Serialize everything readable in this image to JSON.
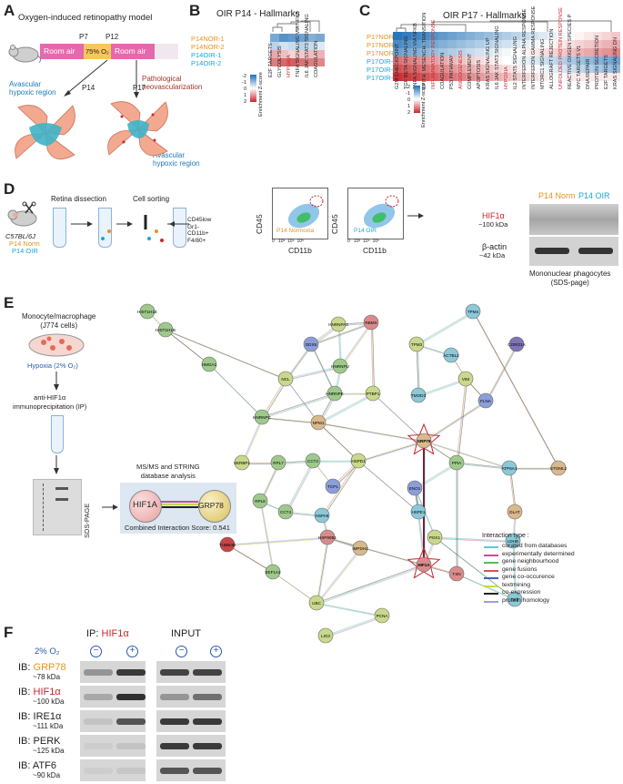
{
  "panels": {
    "a": "A",
    "b": "B",
    "c": "C",
    "d": "D",
    "e": "E",
    "f": "F"
  },
  "a": {
    "title": "Oxygen-induced retinopathy model",
    "p7": "P7",
    "p12": "P12",
    "room_air_1": "Room air",
    "oxygen": "75% O₂",
    "room_air_2": "Room air",
    "p14": "P14",
    "p17": "P17",
    "avascular_1": "Avascular\nhypoxic region",
    "patho": "Pathological\nneovascularization",
    "avascular_2": "Avascular\nhypoxic region"
  },
  "b": {
    "title": "OIR P14 - Hallmarks",
    "rows": [
      "P14NOR-1",
      "P14NOR-2",
      "P14OIR-1",
      "P14OIR-2"
    ],
    "cols": [
      "E2F TARGETS",
      "GLYCOLYSIS",
      "HYPOXIA",
      "TNFA SIGNALING VIA NFKB",
      "IL6 JAK STAT3 SIGNALING",
      "COAGULATION"
    ],
    "legend_title": "Enrichment Z-score",
    "legend_ticks": [
      "-2",
      "-1",
      "0",
      "1",
      "2"
    ]
  },
  "c": {
    "title": "OIR P17 - Hallmarks",
    "rows": [
      "P17NOR-1",
      "P17NOR-2",
      "P17NOR-3",
      "P17OIR-1",
      "P17OIR-2",
      "P17OIR-3"
    ],
    "cols": [
      "G2M CHECKPOINT",
      "TGF BETA SIGNALING",
      "TNFA SIGNALING VIA NFKB",
      "EPITH. MESENCH. TRANSITION",
      "INFLAMMATORY RESPONSE",
      "COAGULATION",
      "P53 PATHWAY",
      "ANGIOGENESIS",
      "COMPLEMENT",
      "APOPTOSIS",
      "KRAS SIGNALING UP",
      "IL6 JAK STAT3 SIGNALING",
      "HYPOXIA",
      "IL2 STAT5 SIGNALING",
      "INTERFERON ALPHA RESPONSE",
      "INTERFERON GAMMA RESPONSE",
      "MTORC1 SIGNALING",
      "ALLOGRAFT REJECTION",
      "UNFOLDED PROTEIN RESPONSE",
      "REACTIVE OXIGEN SPECIES P",
      "MYC TARGETS V1",
      "DNA REPAIR",
      "PROTEIN SECRETION",
      "E2F TARGETS",
      "KRAS SIGNALING DN"
    ],
    "legend_title": "Enrichment Z-score",
    "legend_ticks": [
      "-2",
      "-1",
      "0",
      "1",
      "2"
    ]
  },
  "d": {
    "retina_dissection": "Retina dissection",
    "cell_sorting": "Cell sorting",
    "strain": "C57BL/6J",
    "p14norm": "P14 Norm",
    "p14oir": "P14 OIR",
    "markers": "CD45low\nGr1-\nCD11b+\nF4/80+",
    "flow1_label": "P14 Normoxia",
    "flow2_label": "P14 OIR",
    "yaxis": "CD45",
    "xaxis": "CD11b",
    "xticks": [
      "0",
      "10³",
      "10⁴",
      "10⁵"
    ],
    "yticks": [
      "10⁶",
      "10⁵",
      "10⁴",
      "10³"
    ],
    "blot_norm": "P14 Norm",
    "blot_oir": "P14 OIR",
    "hif": "HIF1α",
    "hif_kda": "~100 kDa",
    "actin": "β-actin",
    "actin_kda": "~42 kDa",
    "caption": "Mononuclear phagocytes\n(SDS-page)"
  },
  "e": {
    "cells": "Monocyte/macrophage\n(J774 cells)",
    "hypoxia": "Hypoxia (2% O₂)",
    "ip": "anti-HIF1α\nimmunoprecipitation (IP)",
    "sds": "SDS-PAGE",
    "ms": "MS/MS and STRING\ndatabase analysis",
    "hif1a": "HIF1A",
    "grp78": "GRP78",
    "score": "Combined Interaction Score: 0.541",
    "legend_title": "Interaction type :",
    "legend": [
      {
        "label": "curated from databases",
        "color": "#5fc6d6"
      },
      {
        "label": "experimentally determined",
        "color": "#c64f9c"
      },
      {
        "label": "gene neighbourhood",
        "color": "#5cb85c"
      },
      {
        "label": "gene fusions",
        "color": "#d9534f"
      },
      {
        "label": "gene co-occurence",
        "color": "#3e64b5"
      },
      {
        "label": "textmining",
        "color": "#c7d84a"
      },
      {
        "label": "co-expression",
        "color": "#222222"
      },
      {
        "label": "protein homology",
        "color": "#a49be0"
      }
    ],
    "nodes": [
      {
        "id": "HIST1H1E",
        "c": "#9ec98b"
      },
      {
        "id": "HIST1H1B",
        "c": "#9ec98b"
      },
      {
        "id": "HMGA1",
        "c": "#9ec98b"
      },
      {
        "id": "HNRNPA3",
        "c": "#c9d98b"
      },
      {
        "id": "RBMX",
        "c": "#d98b8b"
      },
      {
        "id": "DDX5",
        "c": "#8b9ed9"
      },
      {
        "id": "HNRNPU",
        "c": "#9ec98b"
      },
      {
        "id": "NCL",
        "c": "#c9d98b"
      },
      {
        "id": "HNRNPK",
        "c": "#9ec98b"
      },
      {
        "id": "PTBP1",
        "c": "#c9d98b"
      },
      {
        "id": "NPM1",
        "c": "#d9b98b"
      },
      {
        "id": "HNRNPC",
        "c": "#9ec98b"
      },
      {
        "id": "TPM4",
        "c": "#8bc9d9"
      },
      {
        "id": "TPM3",
        "c": "#c9d98b"
      },
      {
        "id": "ACTBL2",
        "c": "#8bc9d9"
      },
      {
        "id": "VIM",
        "c": "#c9d98b"
      },
      {
        "id": "TMOD3",
        "c": "#8bc9d9"
      },
      {
        "id": "FLNA",
        "c": "#8b9ed9"
      },
      {
        "id": "CORO1A",
        "c": "#7f74b8"
      },
      {
        "id": "SERBP1",
        "c": "#c9d98b"
      },
      {
        "id": "RPL7",
        "c": "#9ec98b"
      },
      {
        "id": "RPL8",
        "c": "#9ec98b"
      },
      {
        "id": "CCT4",
        "c": "#9ec98b"
      },
      {
        "id": "CCT2",
        "c": "#9ec98b"
      },
      {
        "id": "TCP1",
        "c": "#8b9ed9"
      },
      {
        "id": "HSPD1",
        "c": "#c9d98b"
      },
      {
        "id": "GRP78",
        "c": "#d9b98b"
      },
      {
        "id": "PPIA",
        "c": "#9ec98b"
      },
      {
        "id": "ATP6A1",
        "c": "#8bc9d9"
      },
      {
        "id": "STOML2",
        "c": "#d9b98b"
      },
      {
        "id": "ENO1",
        "c": "#8b9ed9"
      },
      {
        "id": "HSPE1",
        "c": "#8bc9d9"
      },
      {
        "id": "DLAT",
        "c": "#d9b98b"
      },
      {
        "id": "HSPA9",
        "c": "#8bc9d9"
      },
      {
        "id": "HSP90B1",
        "c": "#d98b8b"
      },
      {
        "id": "PGK1",
        "c": "#c9d98b"
      },
      {
        "id": "LDHB",
        "c": "#8bc9d9"
      },
      {
        "id": "TUBB4B",
        "c": "#c94444"
      },
      {
        "id": "IMPDH2",
        "c": "#d9b98b"
      },
      {
        "id": "HIF1A",
        "c": "#d98b8b"
      },
      {
        "id": "TXN",
        "c": "#d98b8b"
      },
      {
        "id": "EEF1A2",
        "c": "#9ec98b"
      },
      {
        "id": "UBC",
        "c": "#c9d98b"
      },
      {
        "id": "TKT",
        "c": "#8bc9d9"
      },
      {
        "id": "PCNA",
        "c": "#c9d98b"
      },
      {
        "id": "LIG3",
        "c": "#c9d98b"
      }
    ]
  },
  "f": {
    "ip_label": "IP: ",
    "ip_target": "HIF1α",
    "input": "INPUT",
    "o2": "2% O₂",
    "minus": "−",
    "plus": "+",
    "blots": [
      {
        "ib": "IB: ",
        "name": "GRP78",
        "kda": "~78 kDa",
        "color": "#e8911c"
      },
      {
        "ib": "IB: ",
        "name": "HIF1α",
        "kda": "~100 kDa",
        "color": "#c8272d"
      },
      {
        "ib": "IB: ",
        "name": "IRE1α",
        "kda": "~111 kDa",
        "color": "#222222"
      },
      {
        "ib": "IB: ",
        "name": "PERK",
        "kda": "~125 kDa",
        "color": "#222222"
      },
      {
        "ib": "IB: ",
        "name": "ATF6",
        "kda": "~90 kDa",
        "color": "#222222"
      }
    ]
  },
  "colors": {
    "orange": "#e8911c",
    "cyan": "#1ba6d6",
    "red": "#c8272d",
    "room_air": "#e24e9f",
    "oxygen": "#f8c75c"
  }
}
